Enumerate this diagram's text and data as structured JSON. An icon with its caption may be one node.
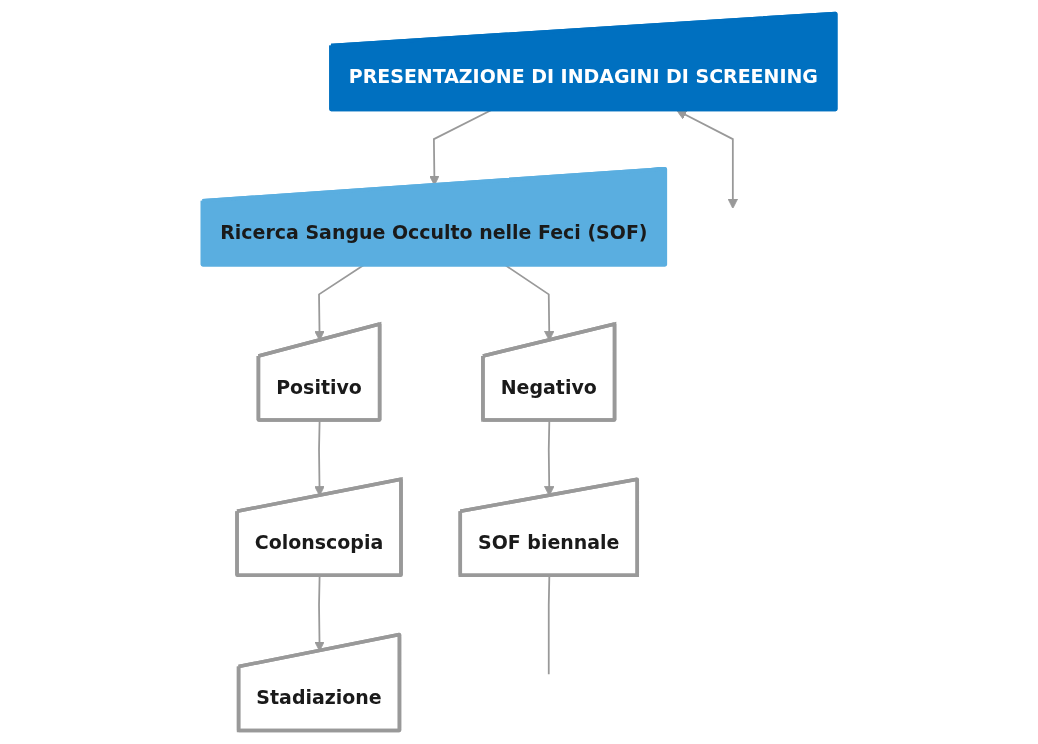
{
  "diagram": {
    "nodes": [
      {
        "text": [
          "PRESENTAZIONE DI INDAGINI DI SCREENING"
        ]
      },
      {
        "text": [
          "Ricerca Sangue Occulto nelle Feci (SOF)"
        ]
      },
      {
        "text": [
          "Positivo"
        ]
      },
      {
        "text": [
          "Negativo"
        ]
      },
      {
        "text": [
          "Colonscopia"
        ]
      },
      {
        "text": [
          "SOF biennale"
        ]
      },
      {
        "text": [
          "Stadiazione"
        ]
      }
    ],
    "edges": [
      {
        "from": 0,
        "to": 1,
        "arrow": "to"
      },
      {
        "from": 1,
        "to": 2,
        "arrow": "to"
      },
      {
        "from": 1,
        "to": 3,
        "arrow": "to"
      },
      {
        "from": 2,
        "to": 4,
        "arrow": "to"
      },
      {
        "from": 3,
        "to": 5,
        "arrow": "to"
      },
      {
        "from": 4,
        "to": 6,
        "arrow": "to"
      },
      {
        "from": 0,
        "to": null,
        "arrow": "both"
      },
      {
        "from": 5,
        "to": null,
        "arrow": "none"
      }
    ]
  }
}
